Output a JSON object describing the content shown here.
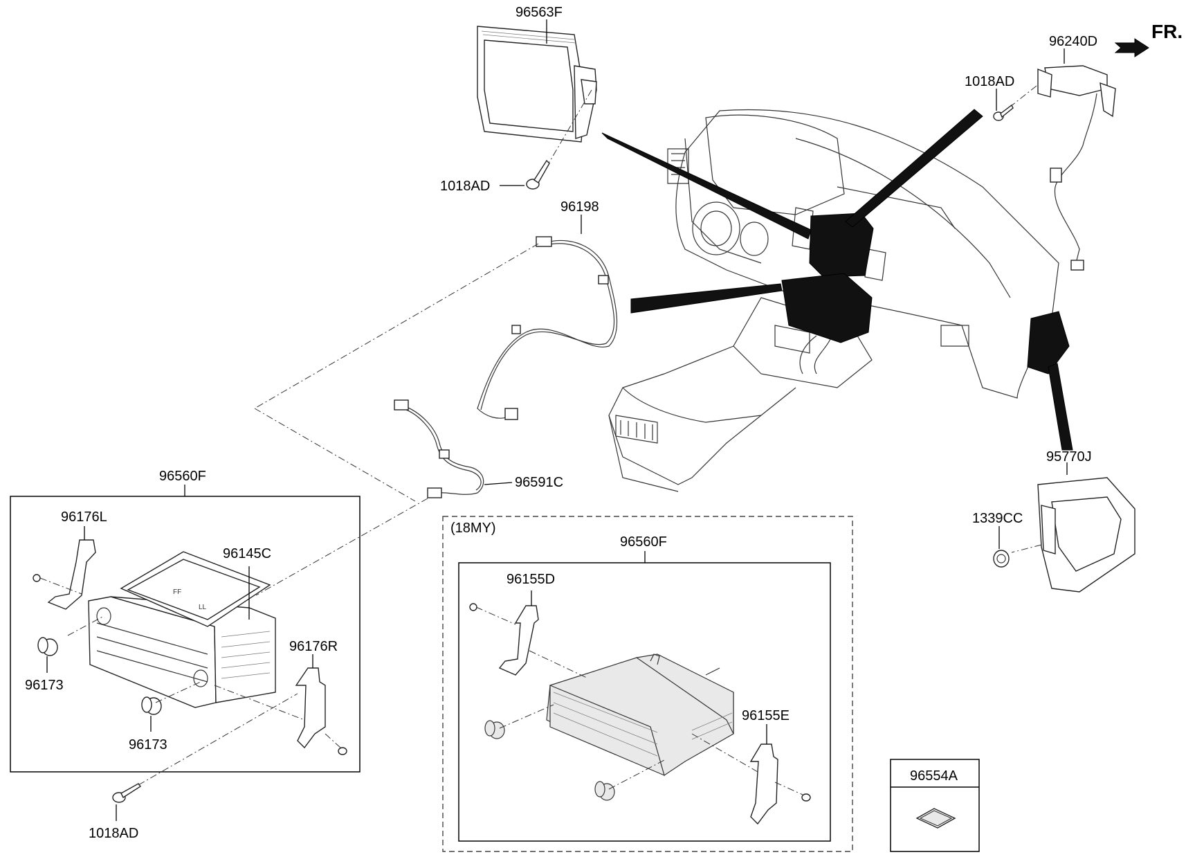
{
  "direction_label": "FR.",
  "variant_label": "(18MY)",
  "parts": {
    "display_unit": "96563F",
    "screw_display": "1018AD",
    "antenna_module": "96240D",
    "screw_antenna": "1018AD",
    "cable_upper": "96198",
    "cable_lower": "96591C",
    "amp_unit": "95770J",
    "nut_amp": "1339CC",
    "head_unit_main": "96560F",
    "bracket_left": "96176L",
    "deck_cover": "96145C",
    "bracket_right": "96176R",
    "knob_upper": "96173",
    "knob_lower": "96173",
    "screw_head_unit": "1018AD",
    "head_unit_18my": "96560F",
    "bracket_18my_left": "96155D",
    "bracket_18my_right": "96155E",
    "sd_card": "96554A"
  }
}
